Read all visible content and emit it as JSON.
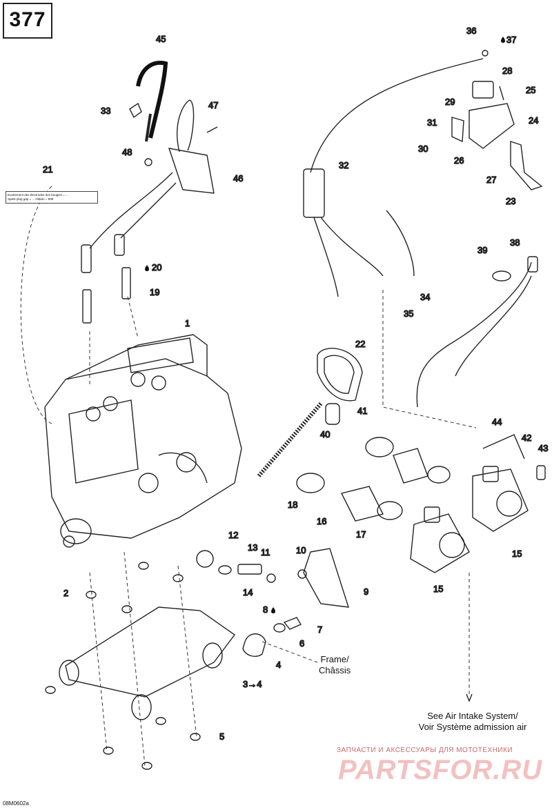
{
  "page": {
    "number": "377",
    "drawing_code": "08M0602a"
  },
  "callouts": [
    "1",
    "2",
    "3→4",
    "4",
    "5",
    "6",
    "7",
    "8",
    "9",
    "10",
    "11",
    "12",
    "13",
    "14",
    "15",
    "15",
    "16",
    "17",
    "18",
    "19",
    "20",
    "21",
    "22",
    "23",
    "24",
    "25",
    "26",
    "27",
    "28",
    "29",
    "30",
    "31",
    "32",
    "33",
    "34",
    "35",
    "36",
    "37",
    "38",
    "39",
    "40",
    "41",
    "42",
    "43",
    "44",
    "45",
    "46",
    "47",
    "48"
  ],
  "spark_plug_label": {
    "line1": "Ecartement des électrodes des bougies = ...",
    "line2": "Spark plug gap = ... Oldam = 908"
  },
  "notes": {
    "frame": "Frame/",
    "chassis": "Châssis",
    "air_intake_en": "See Air Intake System/",
    "air_intake_fr": "Voir Système admission air"
  },
  "watermark": {
    "line1": "ЗАПЧАСТИ И АКСЕССУАРЫ ДЛЯ МОТОТЕХНИКИ",
    "line2": "PARTSFOR.RU"
  }
}
